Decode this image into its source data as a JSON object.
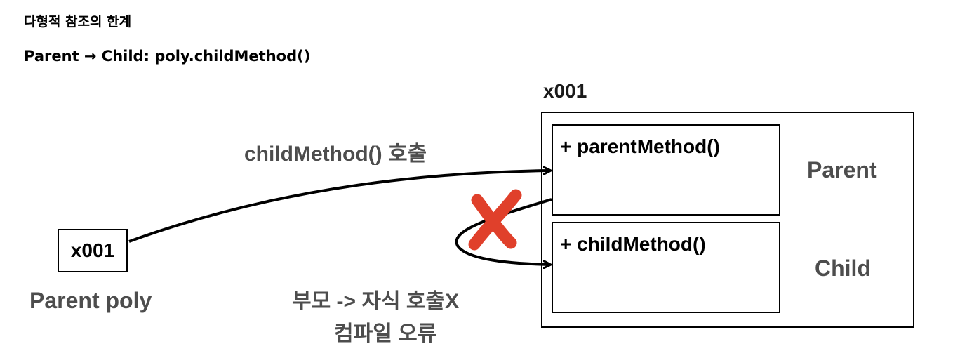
{
  "header": {
    "title": "다형적 참조의 한계",
    "subtitle": "Parent → Child: poly.childMethod()"
  },
  "reference": {
    "value": "x001",
    "label": "Parent poly"
  },
  "instance": {
    "address": "x001",
    "parent": {
      "method": "+ parentMethod()",
      "class_name": "Parent"
    },
    "child": {
      "method": "+ childMethod()",
      "class_name": "Child"
    }
  },
  "call": {
    "label": "childMethod() 호출"
  },
  "error": {
    "line1": "부모 -> 자식 호출X",
    "line2": "컴파일 오류",
    "mark_color": "#e0402b"
  }
}
